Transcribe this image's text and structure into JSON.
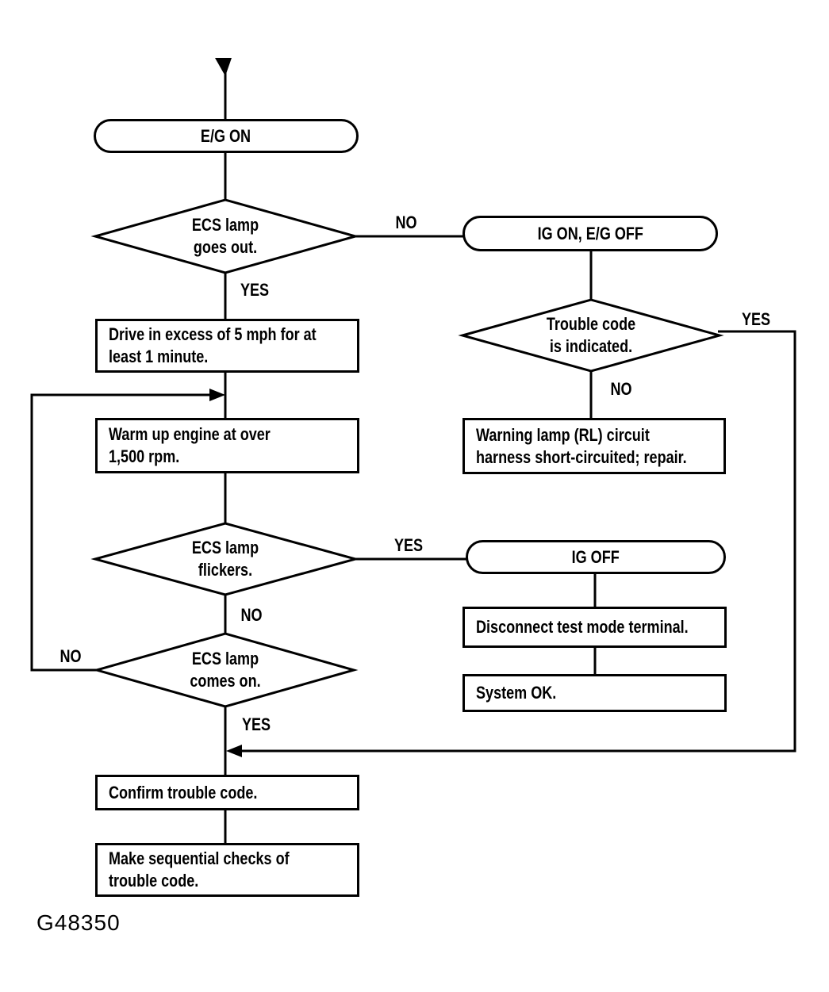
{
  "figure_code": "G48350",
  "colors": {
    "ink": "#000000",
    "background": "#ffffff"
  },
  "nodes": {
    "eg_on": {
      "type": "terminal",
      "label": "E/G ON"
    },
    "ecs_goes_out": {
      "type": "decision",
      "lines": [
        "ECS lamp",
        "goes out."
      ]
    },
    "ig_on_eg_off": {
      "type": "terminal",
      "label": "IG ON, E/G OFF"
    },
    "drive": {
      "type": "process",
      "lines": [
        "Drive in excess of 5 mph for at",
        "least 1 minute."
      ]
    },
    "trouble_code": {
      "type": "decision",
      "lines": [
        "Trouble code",
        "is indicated."
      ]
    },
    "warning_lamp": {
      "type": "process",
      "lines": [
        "Warning lamp (RL) circuit",
        "harness short-circuited; repair."
      ]
    },
    "warm_up": {
      "type": "process",
      "lines": [
        "Warm up engine at over",
        "1,500 rpm."
      ]
    },
    "ecs_flickers": {
      "type": "decision",
      "lines": [
        "ECS lamp",
        "flickers."
      ]
    },
    "ig_off": {
      "type": "terminal",
      "label": "IG OFF"
    },
    "disconnect": {
      "type": "process",
      "label": "Disconnect test mode terminal."
    },
    "system_ok": {
      "type": "process",
      "label": "System OK."
    },
    "ecs_comes_on": {
      "type": "decision",
      "lines": [
        "ECS lamp",
        "comes on."
      ]
    },
    "confirm": {
      "type": "process",
      "label": "Confirm trouble code."
    },
    "sequential": {
      "type": "process",
      "lines": [
        "Make sequential checks of",
        "trouble code."
      ]
    }
  },
  "edge_labels": {
    "goes_out_no": "NO",
    "goes_out_yes": "YES",
    "trouble_yes": "YES",
    "trouble_no": "NO",
    "flickers_yes": "YES",
    "flickers_no": "NO",
    "comes_on_no": "NO",
    "comes_on_yes": "YES"
  }
}
